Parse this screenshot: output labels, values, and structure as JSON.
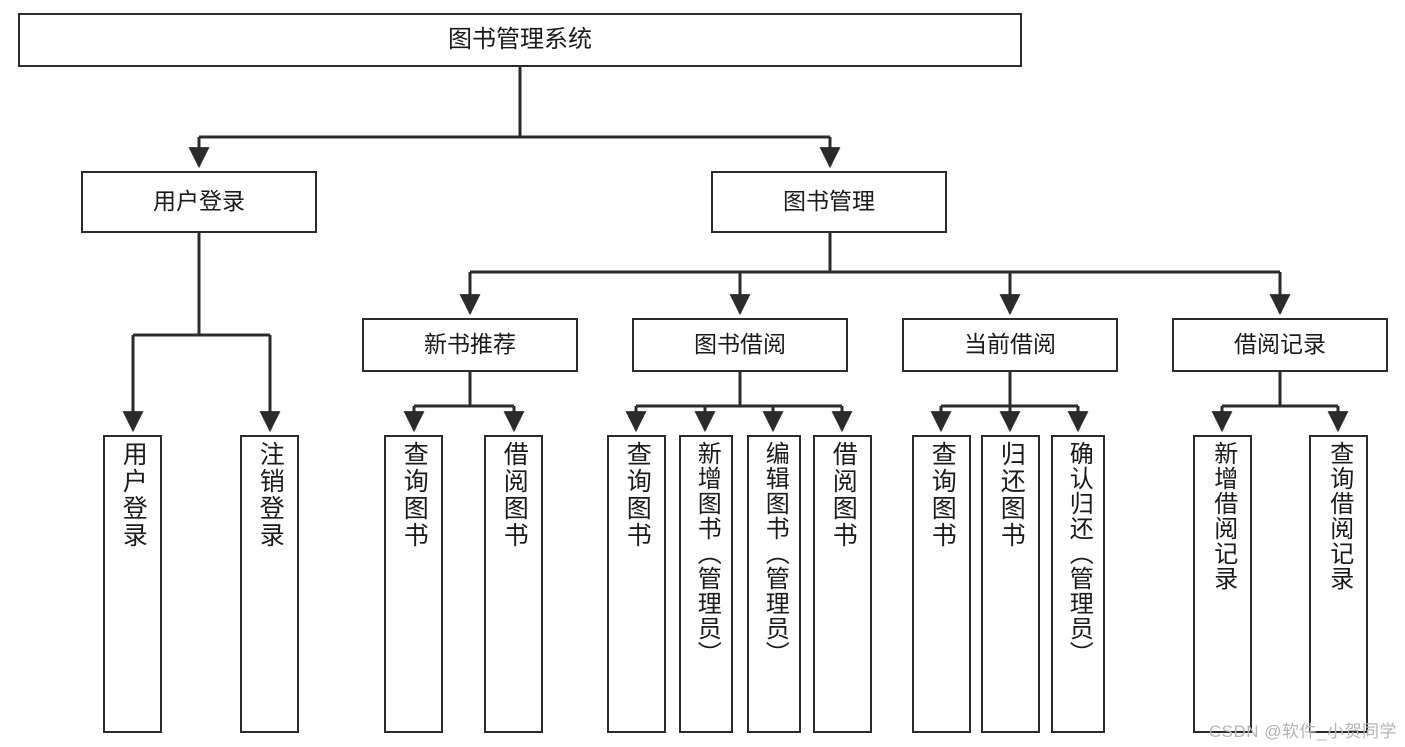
{
  "diagram": {
    "title": "图书管理系统",
    "type": "tree-hierarchy",
    "watermark": "CSDN @软件_小贺同学",
    "colors": {
      "stroke": "#2b2b2b",
      "fill": "#ffffff",
      "text": "#1a1a1a",
      "watermark": "#b4b4b4"
    },
    "nodes": {
      "root": {
        "label": "图书管理系统"
      },
      "level2": [
        {
          "label": "用户登录"
        },
        {
          "label": "图书管理"
        }
      ],
      "level3": [
        {
          "label": "新书推荐"
        },
        {
          "label": "图书借阅"
        },
        {
          "label": "当前借阅"
        },
        {
          "label": "借阅记录"
        }
      ],
      "leaves": {
        "user_login": [
          {
            "label": "用户登录"
          },
          {
            "label": "注销登录"
          }
        ],
        "new_book_recommend": [
          {
            "label": "查询图书"
          },
          {
            "label": "借阅图书"
          }
        ],
        "book_borrow": [
          {
            "label": "查询图书"
          },
          {
            "label": "新增图书（管理员）"
          },
          {
            "label": "编辑图书（管理员）"
          },
          {
            "label": "借阅图书"
          }
        ],
        "current_borrow": [
          {
            "label": "查询图书"
          },
          {
            "label": "归还图书"
          },
          {
            "label": "确认归还（管理员）"
          }
        ],
        "borrow_record": [
          {
            "label": "新增借阅记录"
          },
          {
            "label": "查询借阅记录"
          }
        ]
      }
    }
  }
}
